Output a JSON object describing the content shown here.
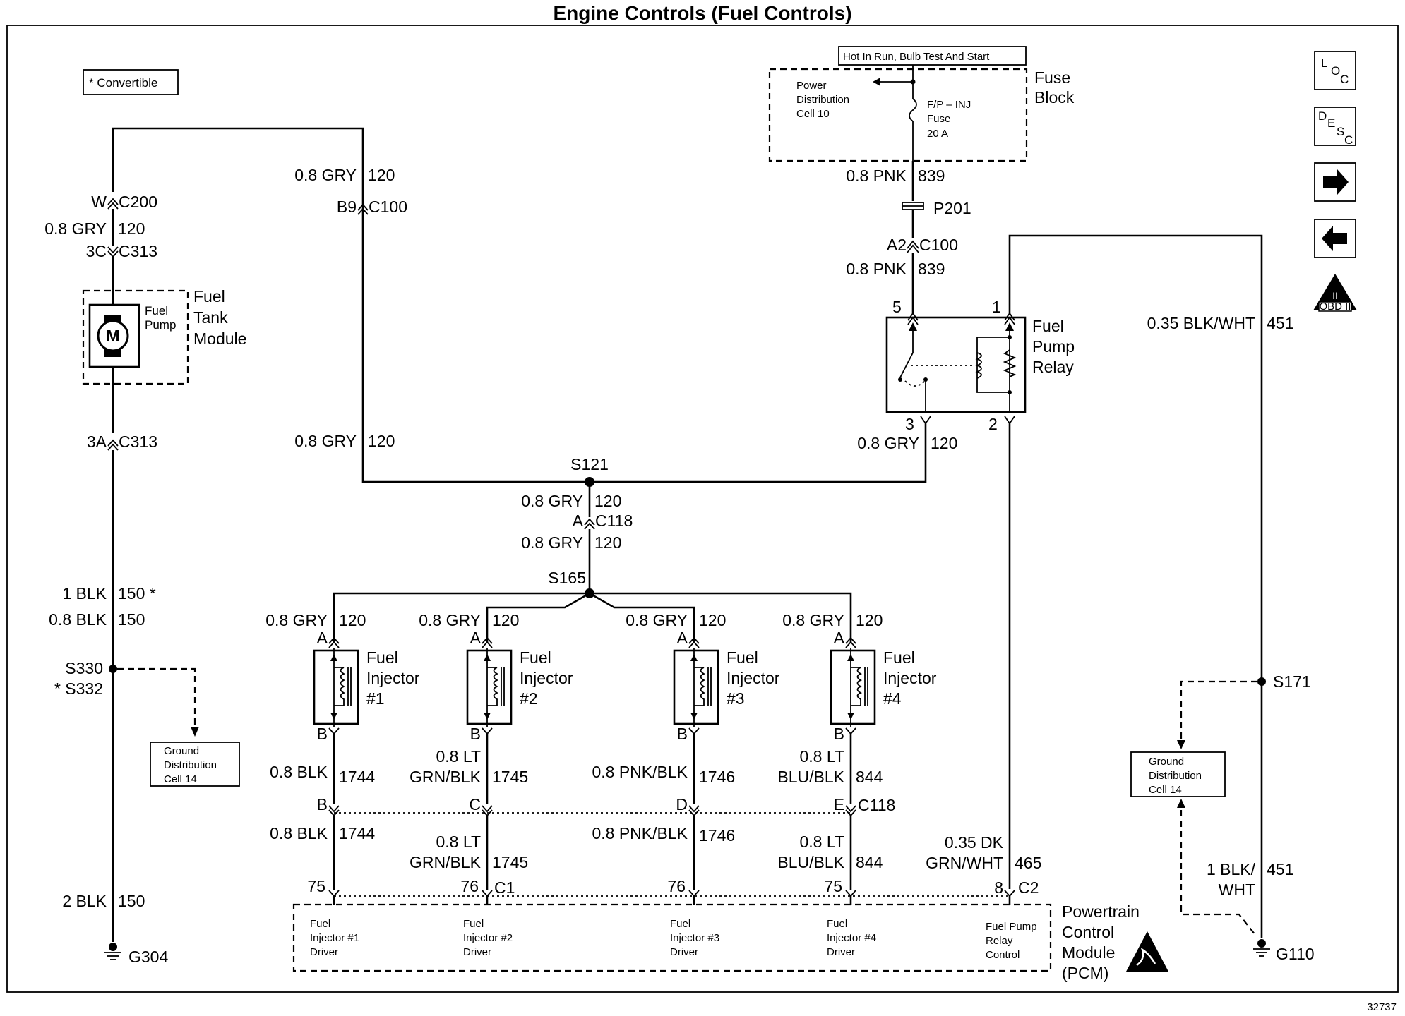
{
  "title": "Engine Controls (Fuel Controls)",
  "figure_number": "32737",
  "note_convertible": "* Convertible",
  "hot_in": "Hot In Run, Bulb Test And Start",
  "fuse_block": {
    "line1": "Fuse",
    "line2": "Block"
  },
  "power_dist": {
    "line1": "Power",
    "line2": "Distribution",
    "line3": "Cell 10"
  },
  "fuse": {
    "line1": "F/P – INJ",
    "line2": "Fuse",
    "line3": "20 A"
  },
  "nav_icons": {
    "loc": "LOC",
    "desc": "DESC",
    "obd": "OBD II"
  },
  "fuel_tank": {
    "pump_label1": "Fuel",
    "pump_label2": "Pump",
    "motor": "M",
    "name1": "Fuel",
    "name2": "Tank",
    "name3": "Module"
  },
  "relay": {
    "name1": "Fuel",
    "name2": "Pump",
    "name3": "Relay",
    "pin5": "5",
    "pin1": "1",
    "pin3": "3",
    "pin2": "2"
  },
  "splices": {
    "s121": "S121",
    "s165": "S165",
    "s330": "S330",
    "s332": "* S332",
    "s171": "S171"
  },
  "grounds": {
    "g304": "G304",
    "g110": "G110"
  },
  "ground_dist": {
    "line1": "Ground",
    "line2": "Distribution",
    "line3": "Cell 14"
  },
  "labels": {
    "l_c200_w": "W",
    "l_c200": "C200",
    "l_gry120_top_c": "0.8 GRY",
    "l_gry120_top_n": "120",
    "l_c313a_pin": "3C",
    "l_c313a": "C313",
    "l_c313b_pin": "3A",
    "l_c313b": "C313",
    "l_1blk_c": "1 BLK",
    "l_1blk_n": "150 *",
    "l_08blk_c": "0.8 BLK",
    "l_08blk_n": "150",
    "l_2blk_c": "2 BLK",
    "l_2blk_n": "150",
    "l_mid_gry1_c": "0.8 GRY",
    "l_mid_gry1_n": "120",
    "l_b9": "B9",
    "l_c100a": "C100",
    "l_mid_gry2_c": "0.8 GRY",
    "l_mid_gry2_n": "120",
    "l_pnk1_c": "0.8 PNK",
    "l_pnk1_n": "839",
    "l_p201": "P201",
    "l_a2": "A2",
    "l_c100b": "C100",
    "l_pnk2_c": "0.8 PNK",
    "l_pnk2_n": "839",
    "l_relay3_c": "0.8 GRY",
    "l_relay3_n": "120",
    "l_s121_gry_c": "0.8 GRY",
    "l_s121_gry_n": "120",
    "l_c118a_pin": "A",
    "l_c118a": "C118",
    "l_s165_gry_c": "0.8 GRY",
    "l_s165_gry_n": "120",
    "l_blkwht_c": "0.35 BLK/WHT",
    "l_blkwht_n": "451",
    "l_dkgrn_c1": "0.35 DK",
    "l_dkgrn_c2": "GRN/WHT",
    "l_dkgrn_n": "465",
    "l_pcm_pin8": "8",
    "l_pcm_c2": "C2",
    "l_blkwht2_c1": "1 BLK/",
    "l_blkwht2_c2": "WHT",
    "l_blkwht2_n": "451",
    "l_c118e": "C118",
    "l_pcm_c1": "C1"
  },
  "injectors": [
    {
      "num": "#1",
      "in_color": "0.8 GRY",
      "in_circ": "120",
      "pin_a": "A",
      "pin_b": "B",
      "out_color1": "0.8 BLK",
      "out_color2": "",
      "out_circ": "1744",
      "c118_pin": "B",
      "low_color1": "0.8 BLK",
      "low_color2": "",
      "low_circ": "1744",
      "pcm_pin": "75",
      "driver1": "Fuel",
      "driver2": "Injector #1",
      "driver3": "Driver"
    },
    {
      "num": "#2",
      "in_color": "0.8 GRY",
      "in_circ": "120",
      "pin_a": "A",
      "pin_b": "B",
      "out_color1": "0.8 LT",
      "out_color2": "GRN/BLK",
      "out_circ": "1745",
      "c118_pin": "C",
      "low_color1": "0.8 LT",
      "low_color2": "GRN/BLK",
      "low_circ": "1745",
      "pcm_pin": "76",
      "driver1": "Fuel",
      "driver2": "Injector #2",
      "driver3": "Driver"
    },
    {
      "num": "#3",
      "in_color": "0.8 GRY",
      "in_circ": "120",
      "pin_a": "A",
      "pin_b": "B",
      "out_color1": "0.8 PNK/BLK",
      "out_color2": "",
      "out_circ": "1746",
      "c118_pin": "D",
      "low_color1": "0.8 PNK/BLK",
      "low_color2": "",
      "low_circ": "1746",
      "pcm_pin": "76",
      "driver1": "Fuel",
      "driver2": "Injector #3",
      "driver3": "Driver"
    },
    {
      "num": "#4",
      "in_color": "0.8 GRY",
      "in_circ": "120",
      "pin_a": "A",
      "pin_b": "B",
      "out_color1": "0.8 LT",
      "out_color2": "BLU/BLK",
      "out_circ": "844",
      "c118_pin": "E",
      "low_color1": "0.8 LT",
      "low_color2": "BLU/BLK",
      "low_circ": "844",
      "pcm_pin": "75",
      "driver1": "Fuel",
      "driver2": "Injector #4",
      "driver3": "Driver"
    }
  ],
  "injector_name": {
    "line1": "Fuel",
    "line2": "Injector"
  },
  "pcm": {
    "relay_ctrl1": "Fuel Pump",
    "relay_ctrl2": "Relay",
    "relay_ctrl3": "Control",
    "name1": "Powertrain",
    "name2": "Control",
    "name3": "Module",
    "name4": "(PCM)"
  }
}
